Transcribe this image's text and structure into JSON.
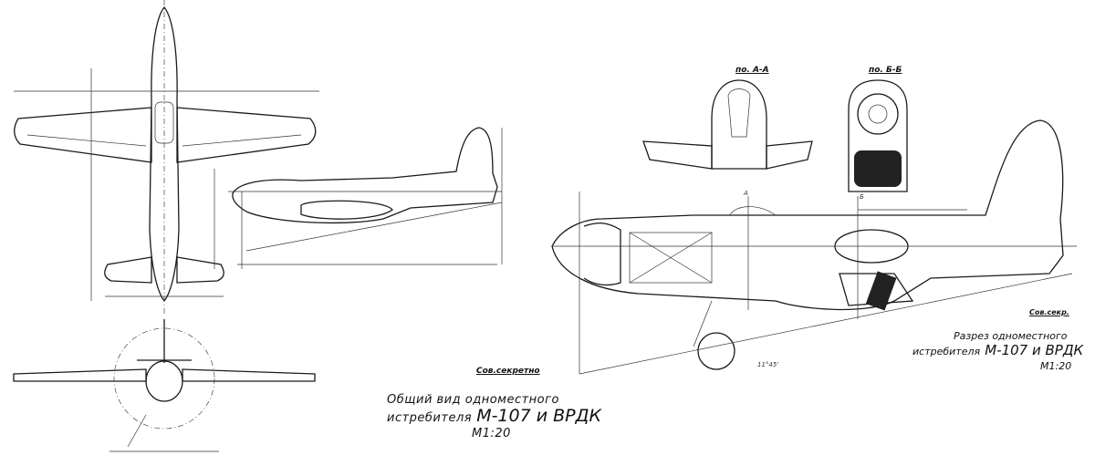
{
  "sheet_left": {
    "classification": "Сов.секретно",
    "title_line1": "Общий вид одноместного",
    "title_line2_prefix": "истребителя",
    "title_line2_model": "М-107 и ВРДК",
    "scale": "М1:20"
  },
  "sheet_right": {
    "classification": "Сов.секр.",
    "title_line1": "Разрез одноместного",
    "title_line2_prefix": "истребителя",
    "title_line2_model": "М-107 и ВРДК",
    "scale": "М1:20",
    "section_a_label": "по. А-А",
    "section_b_label": "по. Б-Б",
    "cut_a": "А",
    "cut_b": "Б",
    "angle": "11°45'"
  }
}
